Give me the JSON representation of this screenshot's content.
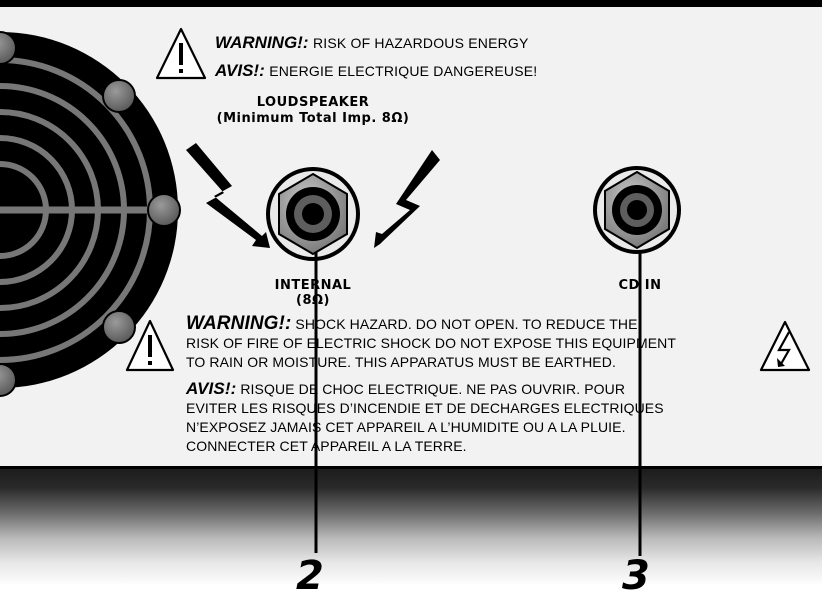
{
  "warning_top": {
    "warning_label": "WARNING!:",
    "warning_text": "RISK OF HAZARDOUS ENERGY",
    "avis_label": "AVIS!:",
    "avis_text": "ENERGIE ELECTRIQUE DANGEREUSE!"
  },
  "loudspeaker": {
    "title": "LOUDSPEAKER",
    "subtitle": "(Minimum Total Imp. 8Ω)"
  },
  "jacks": {
    "internal_label": "INTERNAL",
    "internal_impedance": "(8Ω)",
    "cd_in_label": "CD IN"
  },
  "warning_bottom": {
    "warning_label": "WARNING!:",
    "warning_line1": "SHOCK HAZARD. DO NOT OPEN. TO REDUCE THE",
    "warning_line2": "RISK OF FIRE OF ELECTRIC SHOCK DO NOT EXPOSE THIS EQUIPMENT",
    "warning_line3": "TO RAIN OR MOISTURE. THIS APPARATUS MUST BE EARTHED.",
    "avis_label": "AVIS!:",
    "avis_line1": "RISQUE DE CHOC ELECTRIQUE. NE PAS OUVRIR. POUR",
    "avis_line2": "EVITER LES RISQUES D’INCENDIE ET DE DECHARGES ELECTRIQUES",
    "avis_line3": "N’EXPOSEZ JAMAIS CET APPAREIL A L’HUMIDITE OU A LA PLUIE.",
    "avis_line4": "CONNECTER CET APPAREIL A LA TERRE."
  },
  "callouts": {
    "internal_number": "2",
    "cd_in_number": "3"
  },
  "icons": {
    "caution": "caution-triangle-icon",
    "shock": "high-voltage-triangle-icon",
    "speaker_grille": "speaker-grille-icon",
    "jack": "quarter-inch-jack-icon"
  }
}
